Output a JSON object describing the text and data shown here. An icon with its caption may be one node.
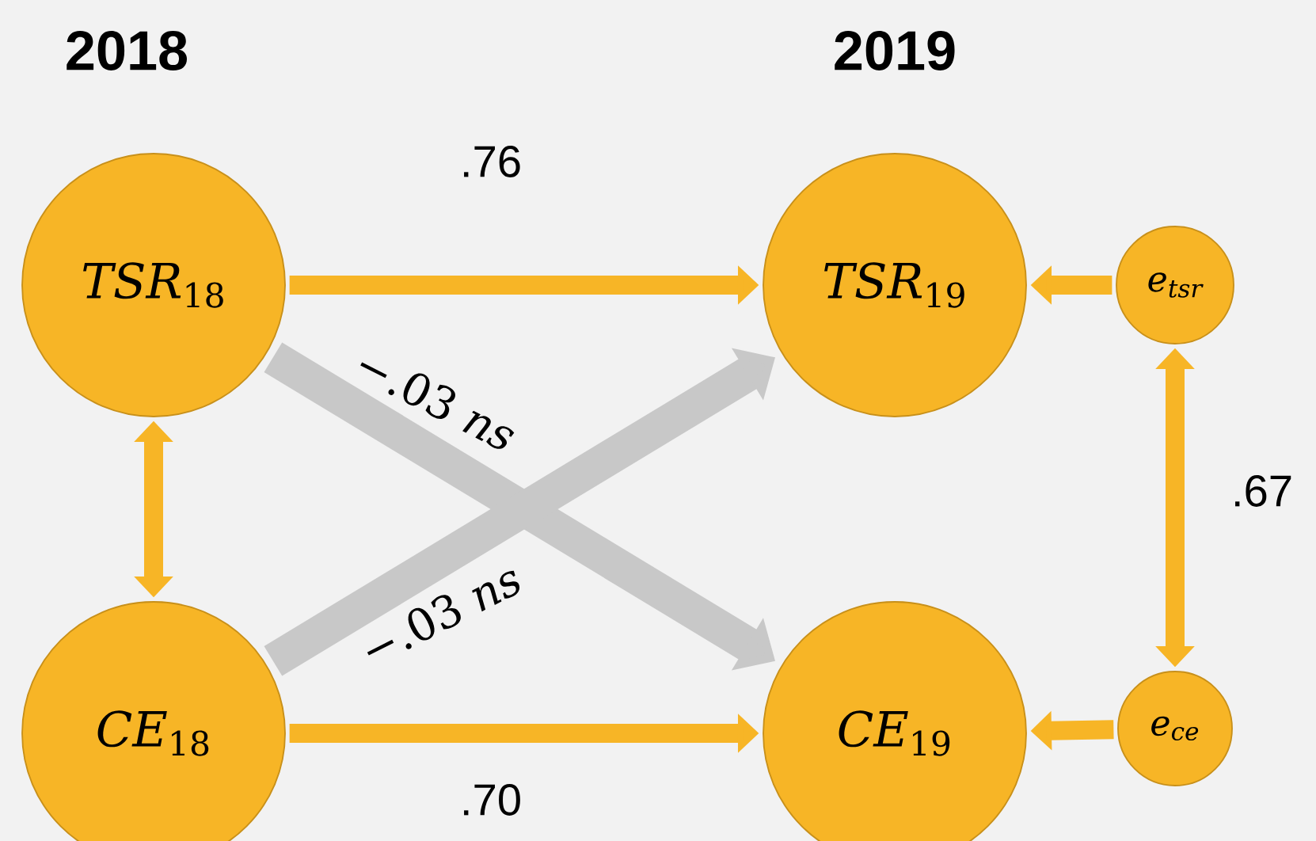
{
  "diagram": {
    "nodes": [
      {
        "text": [
          "*TSR*$_{18}$"
        ]
      },
      {
        "text": [
          "*CE*$_{18}$"
        ]
      },
      {
        "text": [
          "*TSR*$_{19}$"
        ]
      },
      {
        "text": [
          "*CE*$_{19}$"
        ]
      },
      {
        "text": [
          "e$_{tsr}$"
        ]
      },
      {
        "text": [
          "e$_{ce}$"
        ]
      }
    ],
    "edges": [
      {
        "from": 0,
        "to": 2,
        "arrow": "to",
        "label": ".76"
      },
      {
        "from": 0,
        "to": 1,
        "arrow": "both"
      },
      {
        "from": 0,
        "to": 3,
        "arrow": "to",
        "label": "−.03 *ns*",
        "style": "thick",
        "color": "#c8c8c8"
      },
      {
        "from": 1,
        "to": 2,
        "arrow": "to",
        "label": "−.03 *ns*",
        "style": "thick",
        "color": "#c8c8c8"
      },
      {
        "from": 1,
        "to": 3,
        "arrow": "to",
        "label": ".70"
      },
      {
        "from": 4,
        "to": 2,
        "arrow": "to"
      },
      {
        "from": 5,
        "to": 3,
        "arrow": "to"
      },
      {
        "from": 4,
        "to": 5,
        "arrow": "both",
        "label": ".67"
      }
    ],
    "labels": [
      "2018",
      "2019"
    ]
  }
}
